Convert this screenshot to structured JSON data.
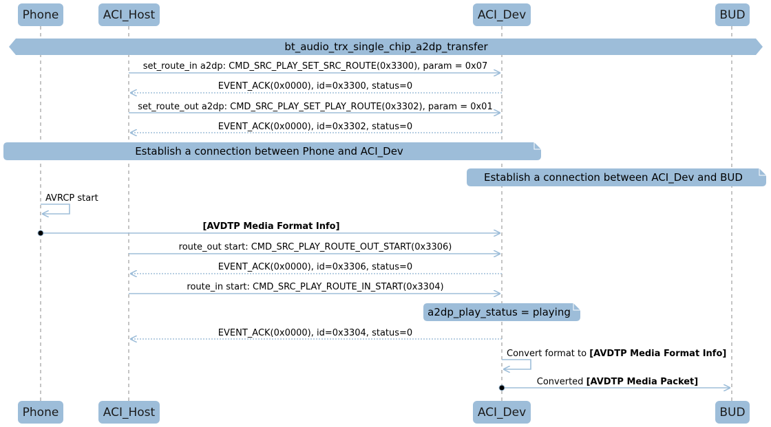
{
  "colors": {
    "accent": "#9dbdd9",
    "lifeline": "#888888",
    "text": "#000000"
  },
  "participants": [
    {
      "id": "phone",
      "label": "Phone"
    },
    {
      "id": "host",
      "label": "ACI_Host"
    },
    {
      "id": "dev",
      "label": "ACI_Dev"
    },
    {
      "id": "bud",
      "label": "BUD"
    }
  ],
  "group_title": "bt_audio_trx_single_chip_a2dp_transfer",
  "messages": {
    "m1": "set_route_in a2dp: CMD_SRC_PLAY_SET_SRC_ROUTE(0x3300), param = 0x07",
    "m2": "EVENT_ACK(0x0000), id=0x3300, status=0",
    "m3": "set_route_out a2dp: CMD_SRC_PLAY_SET_PLAY_ROUTE(0x3302), param = 0x01",
    "m4": "EVENT_ACK(0x0000), id=0x3302, status=0",
    "m5": "AVRCP start",
    "m6": "[AVDTP Media Format Info]",
    "m7": "route_out start: CMD_SRC_PLAY_ROUTE_OUT_START(0x3306)",
    "m8": "EVENT_ACK(0x0000), id=0x3306, status=0",
    "m9": "route_in start: CMD_SRC_PLAY_ROUTE_IN_START(0x3304)",
    "m10": "EVENT_ACK(0x0000), id=0x3304, status=0",
    "m11_prefix": "Convert format to ",
    "m11_bold": "[AVDTP Media Format Info]",
    "m12_prefix": "Converted ",
    "m12_bold": "[AVDTP Media Packet]"
  },
  "notes": {
    "n1": "Establish a connection between Phone and ACI_Dev",
    "n2": "Establish a connection between ACI_Dev and BUD",
    "n3": "a2dp_play_status = playing"
  }
}
